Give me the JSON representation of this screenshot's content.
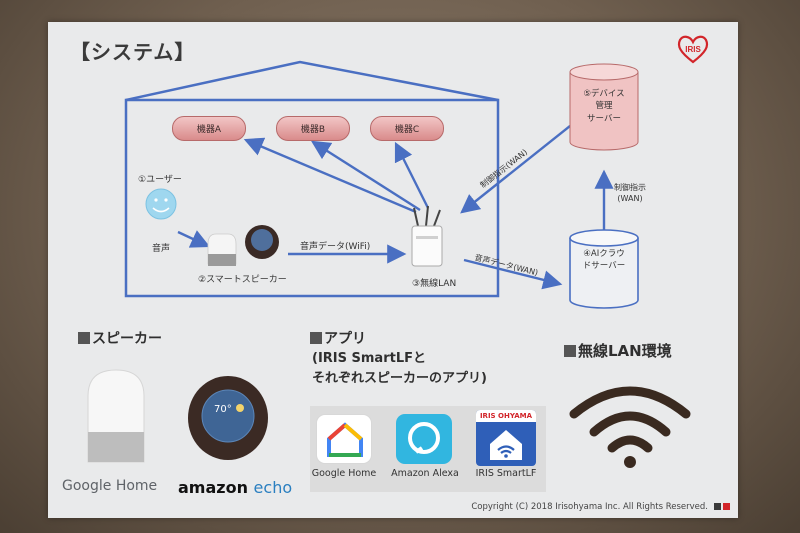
{
  "title": "【システム】",
  "logo_text": "IRIS",
  "diagram": {
    "devices": [
      "機器A",
      "機器B",
      "機器C"
    ],
    "user_label": "①ユーザー",
    "voice_label": "音声",
    "speaker_label": "②スマートスピーカー",
    "lan_label": "③無線LAN",
    "voice_data_wifi": "音声データ(WiFi)",
    "voice_data_wan": "音声データ(WAN)",
    "control_wan": "制御指示(WAN)",
    "control_wan_2": "制御指示\n(WAN)",
    "ai_cloud": "④AIクラウ\nドサーバー",
    "device_server": "⑤デバイス\n管理\nサーバー"
  },
  "sections": {
    "speaker": "スピーカー",
    "app_title": "アプリ",
    "app_line2": "(IRIS SmartLFと",
    "app_line3": "それぞれスピーカーのアプリ)",
    "wireless": "無線LAN環境"
  },
  "products": {
    "google": "Google Home",
    "amazon_a": "amazon",
    "amazon_b": "echo",
    "echo_temp": "70°"
  },
  "apps": [
    {
      "label": "Google Home"
    },
    {
      "label": "Amazon Alexa"
    },
    {
      "label": "IRIS SmartLF",
      "header": "IRIS OHYAMA"
    }
  ],
  "copyright": "Copyright (C) 2018 Irisohyama Inc. All Rights Reserved.",
  "colors": {
    "arrow": "#4a6fc2",
    "house": "#4a6fc2",
    "device_fill": "#e4a7a7",
    "brand_red": "#d2252a",
    "slide_bg": "#e9eaeb"
  }
}
